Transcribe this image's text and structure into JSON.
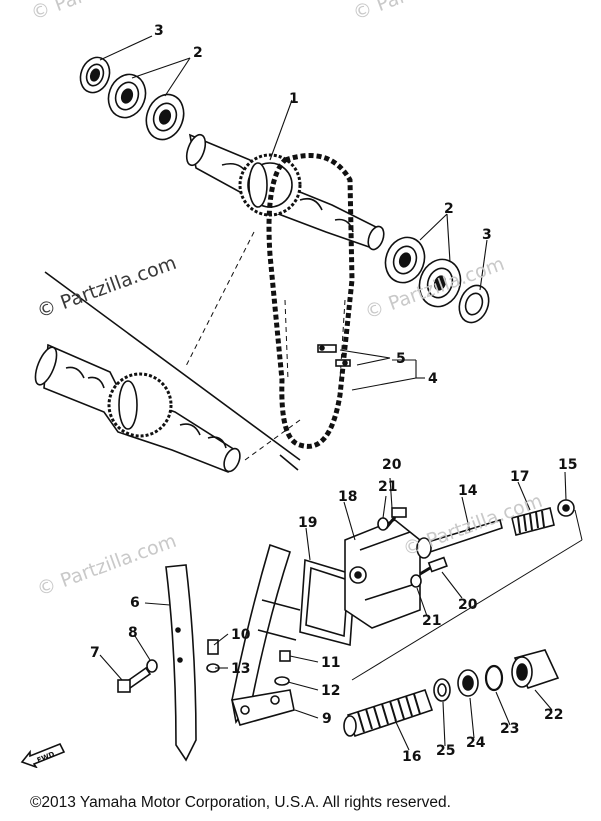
{
  "watermarks": [
    "© Partzilla.com",
    "© Partzilla.com",
    "© Partzilla.com",
    "© Partzilla.com",
    "© Partzilla.com",
    "© Partzilla.com"
  ],
  "callouts": {
    "c1": "1",
    "c2a": "2",
    "c2b": "2",
    "c3a": "3",
    "c3b": "3",
    "c4": "4",
    "c5": "5",
    "c6": "6",
    "c7": "7",
    "c8": "8",
    "c9": "9",
    "c10": "10",
    "c11": "11",
    "c12": "12",
    "c13": "13",
    "c14": "14",
    "c15": "15",
    "c16": "16",
    "c17": "17",
    "c18": "18",
    "c19": "19",
    "c20a": "20",
    "c20b": "20",
    "c21a": "21",
    "c21b": "21",
    "c22": "22",
    "c23": "23",
    "c24": "24",
    "c25": "25"
  },
  "fwd_label": "FWD",
  "footer": "©2013  Yamaha Motor Corporation, U.S.A. All rights reserved."
}
